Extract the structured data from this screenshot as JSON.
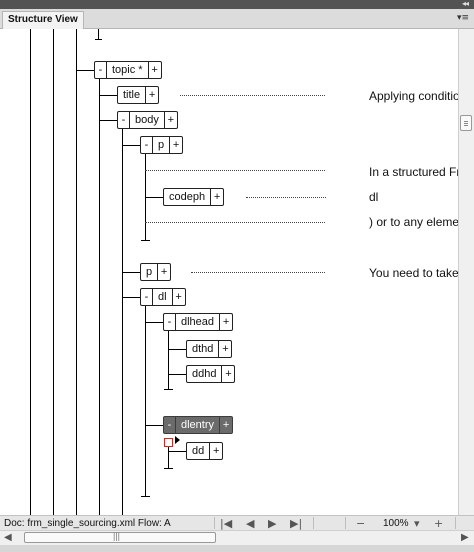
{
  "panel": {
    "title": "Structure View",
    "collapse_glyph": "◂◂",
    "menu_glyph": "▾≡"
  },
  "nodes": {
    "topic": {
      "minus": "-",
      "label": "topic *",
      "plus": "+"
    },
    "title": {
      "label": "title",
      "plus": "+"
    },
    "body": {
      "minus": "-",
      "label": "body",
      "plus": "+"
    },
    "p1": {
      "minus": "-",
      "label": "p",
      "plus": "+"
    },
    "codeph": {
      "label": "codeph",
      "plus": "+"
    },
    "p2": {
      "label": "p",
      "plus": "+"
    },
    "dl": {
      "minus": "-",
      "label": "dl",
      "plus": "+"
    },
    "dlhead": {
      "minus": "-",
      "label": "dlhead",
      "plus": "+"
    },
    "dthd": {
      "label": "dthd",
      "plus": "+"
    },
    "ddhd": {
      "label": "ddhd",
      "plus": "+"
    },
    "dlentry": {
      "minus": "-",
      "label": "dlentry",
      "plus": "+"
    },
    "dd": {
      "label": "dd",
      "plus": "+"
    }
  },
  "texts": {
    "title_text": "Applying conditio",
    "p1_text": "In a structured Fr",
    "codeph_text": "dl",
    "p1_tail": ") or to any elemen",
    "p2_text": "You need to take"
  },
  "status": {
    "doc_label": "Doc: frm_single_sourcing.xml Flow: A",
    "zoom": "100%",
    "zoom_out": "−",
    "zoom_in": "+",
    "first": "|◀",
    "prev": "◀",
    "next": "▶",
    "last": "▶|",
    "zoom_dropdown": "▾"
  },
  "scroll": {
    "left_arrow": "◀",
    "right_arrow": "▶",
    "grip": "|||"
  }
}
